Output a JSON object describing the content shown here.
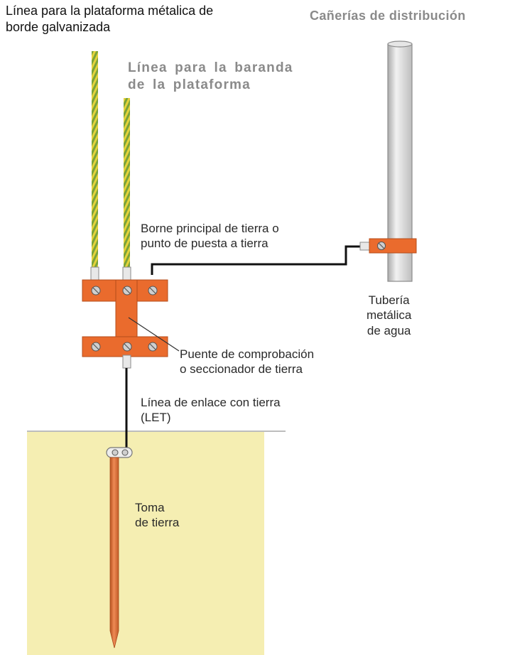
{
  "labels": {
    "plataforma_line": "Línea para la plataforma métalica de",
    "plataforma_line2": "borde galvanizada",
    "canerias": "Cañerías de distribución",
    "baranda_line1": "Línea para la baranda",
    "baranda_line2": "de la plataforma",
    "borne_line1": "Borne principal de tierra o",
    "borne_line2": "punto de puesta a tierra",
    "tuberia_line1": "Tubería",
    "tuberia_line2": "metálica",
    "tuberia_line3": "de agua",
    "puente_line1": "Puente de comprobación",
    "puente_line2": "o seccionador de tierra",
    "let_line1": "Línea de enlace con tierra",
    "let_line2": "(LET)",
    "toma_line1": "Toma",
    "toma_line2": "de tierra"
  },
  "colors": {
    "soil": "#f5eeb2",
    "bracket": "#ea6b2d",
    "bracket_edge": "#b44d1b",
    "conductor_green": "#7aa33a",
    "conductor_yellow": "#e4d23a",
    "black_cable": "#111111",
    "pipe": "#d9d9d9",
    "rod": "#d46a32"
  }
}
